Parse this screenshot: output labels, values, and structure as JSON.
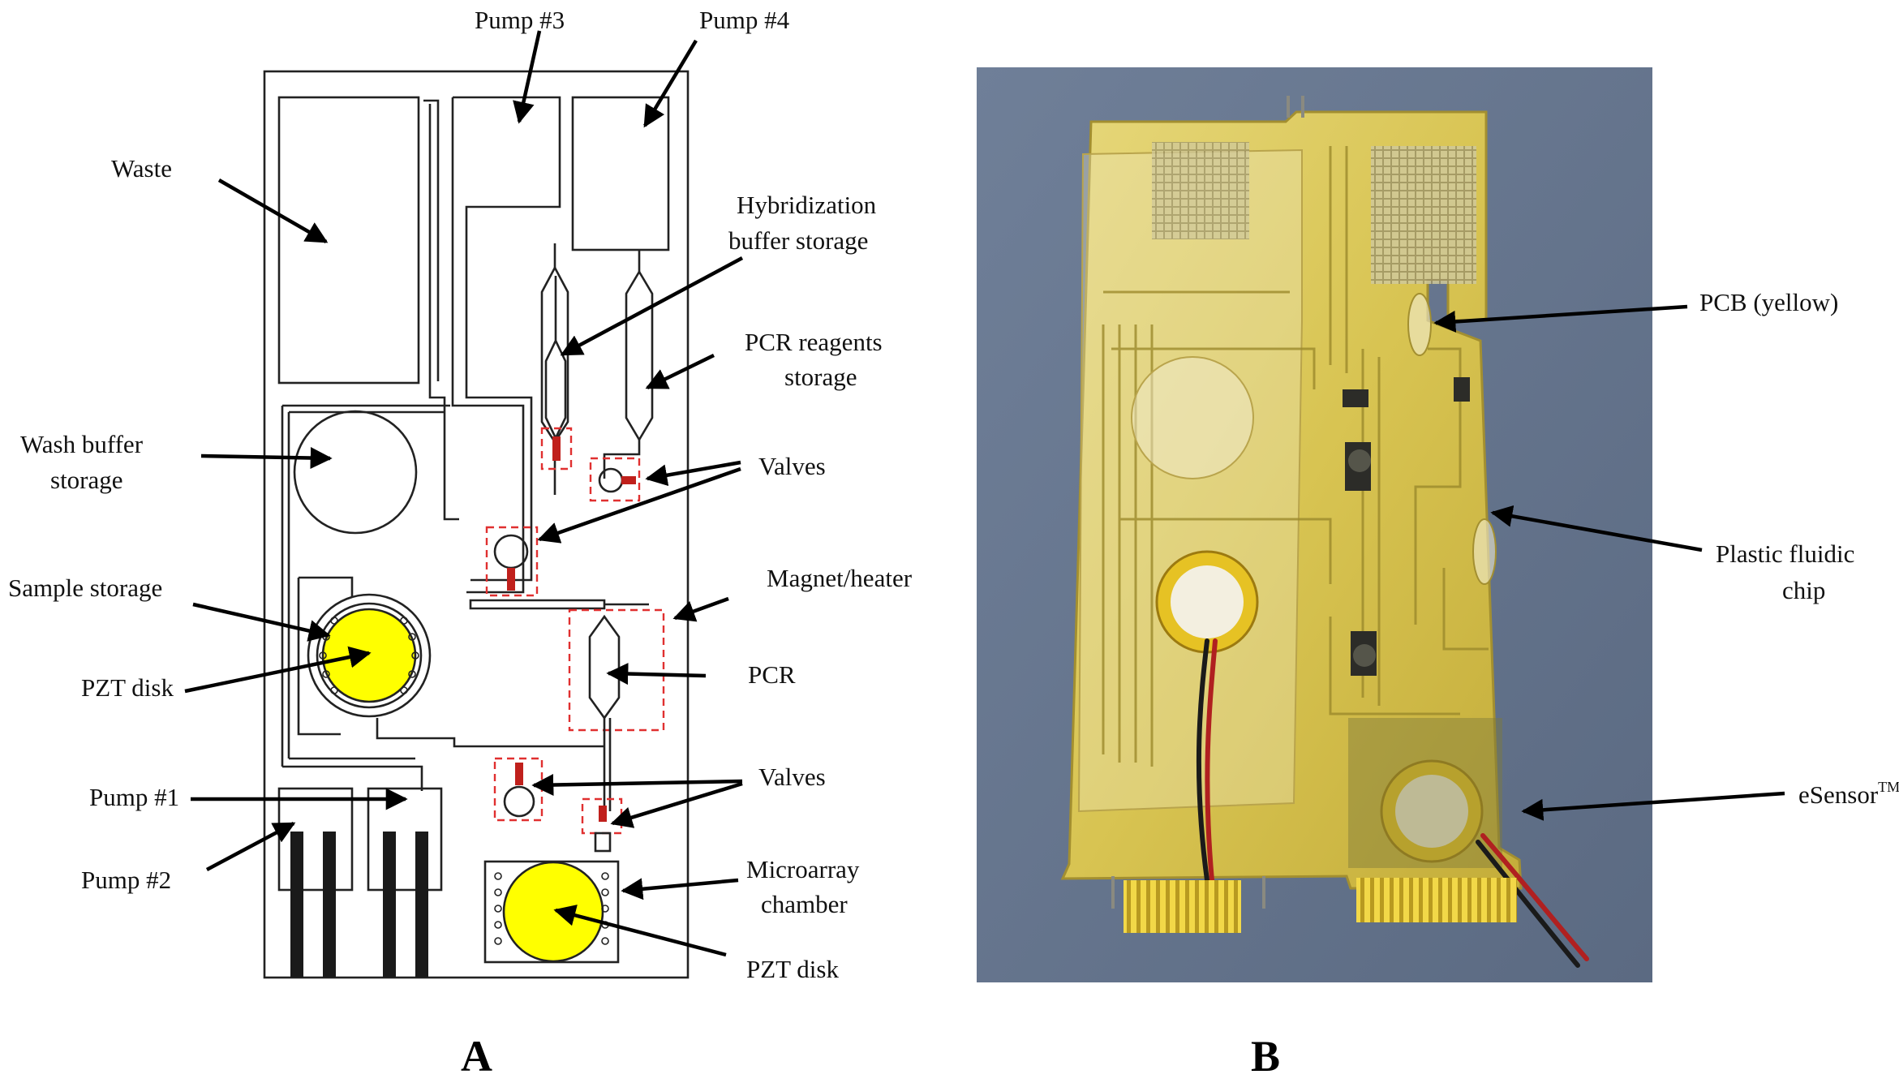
{
  "panel_a": {
    "letter": "A",
    "labels": {
      "pump3": "Pump #3",
      "pump4": "Pump #4",
      "waste": "Waste",
      "hyb_line1": "Hybridization",
      "hyb_line2": "buffer storage",
      "pcr_reag_line1": "PCR reagents",
      "pcr_reag_line2": "storage",
      "wash_line1": "Wash buffer",
      "wash_line2": "storage",
      "valves_top": "Valves",
      "sample_storage": "Sample storage",
      "magnet_heater": "Magnet/heater",
      "pzt_left": "PZT disk",
      "pcr": "PCR",
      "pump1": "Pump #1",
      "valves_bottom": "Valves",
      "pump2": "Pump #2",
      "micro_line1": "Microarray",
      "micro_line2": "chamber",
      "pzt_bottom": "PZT disk"
    }
  },
  "panel_b": {
    "letter": "B",
    "labels": {
      "pcb": "PCB (yellow)",
      "plastic_line1": "Plastic fluidic",
      "plastic_line2": "chip",
      "esensor": "eSensor",
      "esensor_tm": "TM"
    }
  },
  "colors": {
    "pzt_yellow": "#ffff00",
    "valve_red": "#c0201c",
    "dashed_box": "#e03030",
    "photo_background": "#6a7890",
    "pcb_amber": "#d8c452"
  }
}
